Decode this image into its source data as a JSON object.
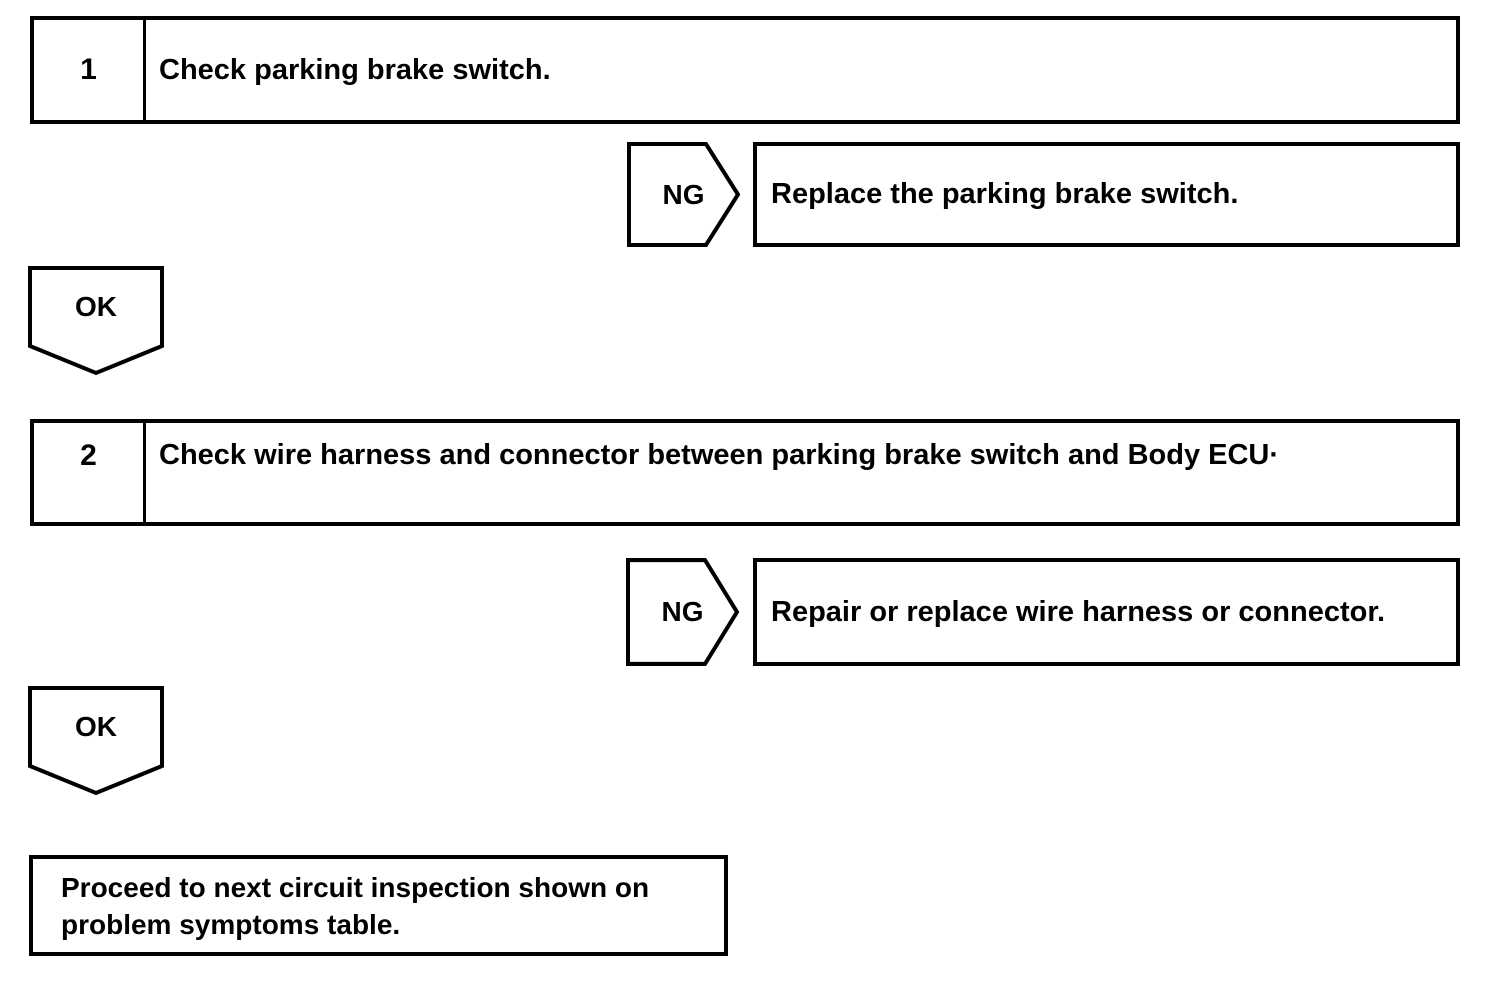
{
  "flowchart": {
    "steps": [
      {
        "number": "1",
        "instruction": "Check parking brake switch.",
        "ng_label": "NG",
        "ng_result": "Replace the parking brake switch.",
        "ok_label": "OK"
      },
      {
        "number": "2",
        "instruction": "Check wire harness and connector between parking brake switch and Body ECU·",
        "ng_label": "NG",
        "ng_result": "Repair or replace wire harness or connector.",
        "ok_label": "OK"
      }
    ],
    "final": {
      "lines": [
        "Proceed to next circuit inspection shown on",
        "problem symptoms table."
      ]
    },
    "colors": {
      "border": "#000000",
      "background": "#ffffff",
      "text": "#000000"
    }
  }
}
